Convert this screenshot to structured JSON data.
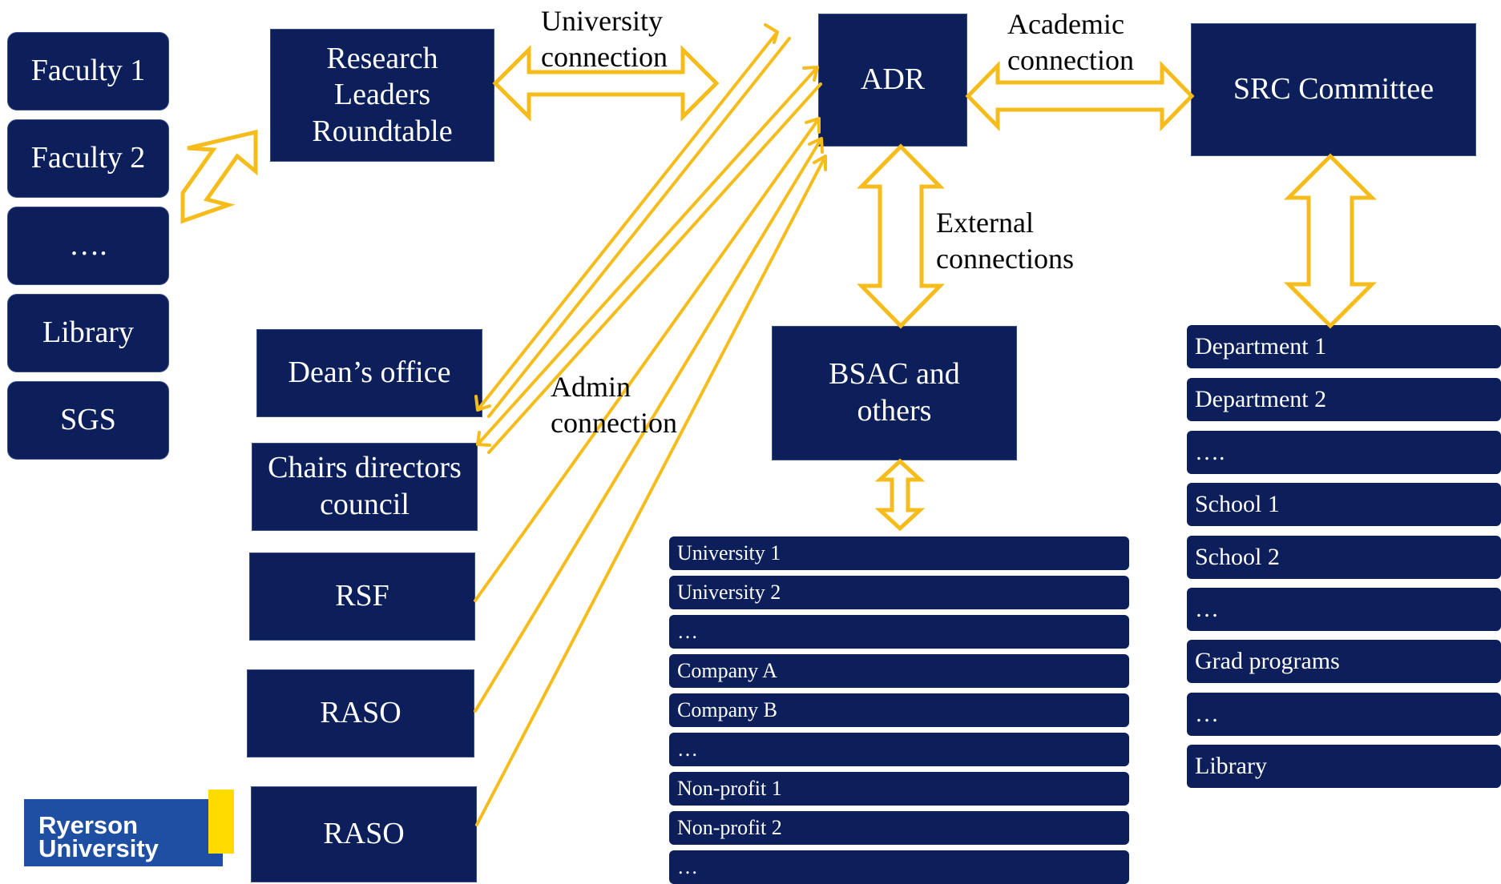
{
  "faculty_column": [
    {
      "key": "faculty-1",
      "label": "Faculty 1"
    },
    {
      "key": "faculty-2",
      "label": "Faculty 2"
    },
    {
      "key": "ellipsis",
      "label": "…."
    },
    {
      "key": "library",
      "label": "Library"
    },
    {
      "key": "sgs",
      "label": "SGS"
    }
  ],
  "nodes": {
    "research_leaders": {
      "line1": "Research",
      "line2": "Leaders",
      "line3": "Roundtable"
    },
    "adr": "ADR",
    "src_committee": "SRC Committee",
    "deans_office": "Dean’s office",
    "chairs_directors": {
      "line1": "Chairs directors",
      "line2": "council"
    },
    "rsf": "RSF",
    "raso_1": "RASO",
    "raso_2": "RASO",
    "bsac": {
      "line1": "BSAC and",
      "line2": "others"
    }
  },
  "connection_labels": {
    "university": {
      "line1": "University",
      "line2": "connection"
    },
    "academic": {
      "line1": "Academic",
      "line2": "connection"
    },
    "external": {
      "line1": "External",
      "line2": "connections"
    },
    "admin": {
      "line1": "Admin",
      "line2": "connection"
    }
  },
  "external_list": [
    "University 1",
    "University 2",
    "…",
    "Company A",
    "Company B",
    "…",
    "Non-profit 1",
    "Non-profit 2",
    "…"
  ],
  "academic_list": [
    "Department 1",
    "Department 2",
    "….",
    "School 1",
    "School 2",
    "…",
    "Grad programs",
    "…",
    "Library"
  ],
  "logo": {
    "line1": "Ryerson",
    "line2": "University"
  },
  "colors": {
    "box_fill": "#0c1f5b",
    "arrow": "#f5bc1c",
    "logo_blue": "#1f4fa3",
    "logo_yellow": "#ffdb00"
  }
}
